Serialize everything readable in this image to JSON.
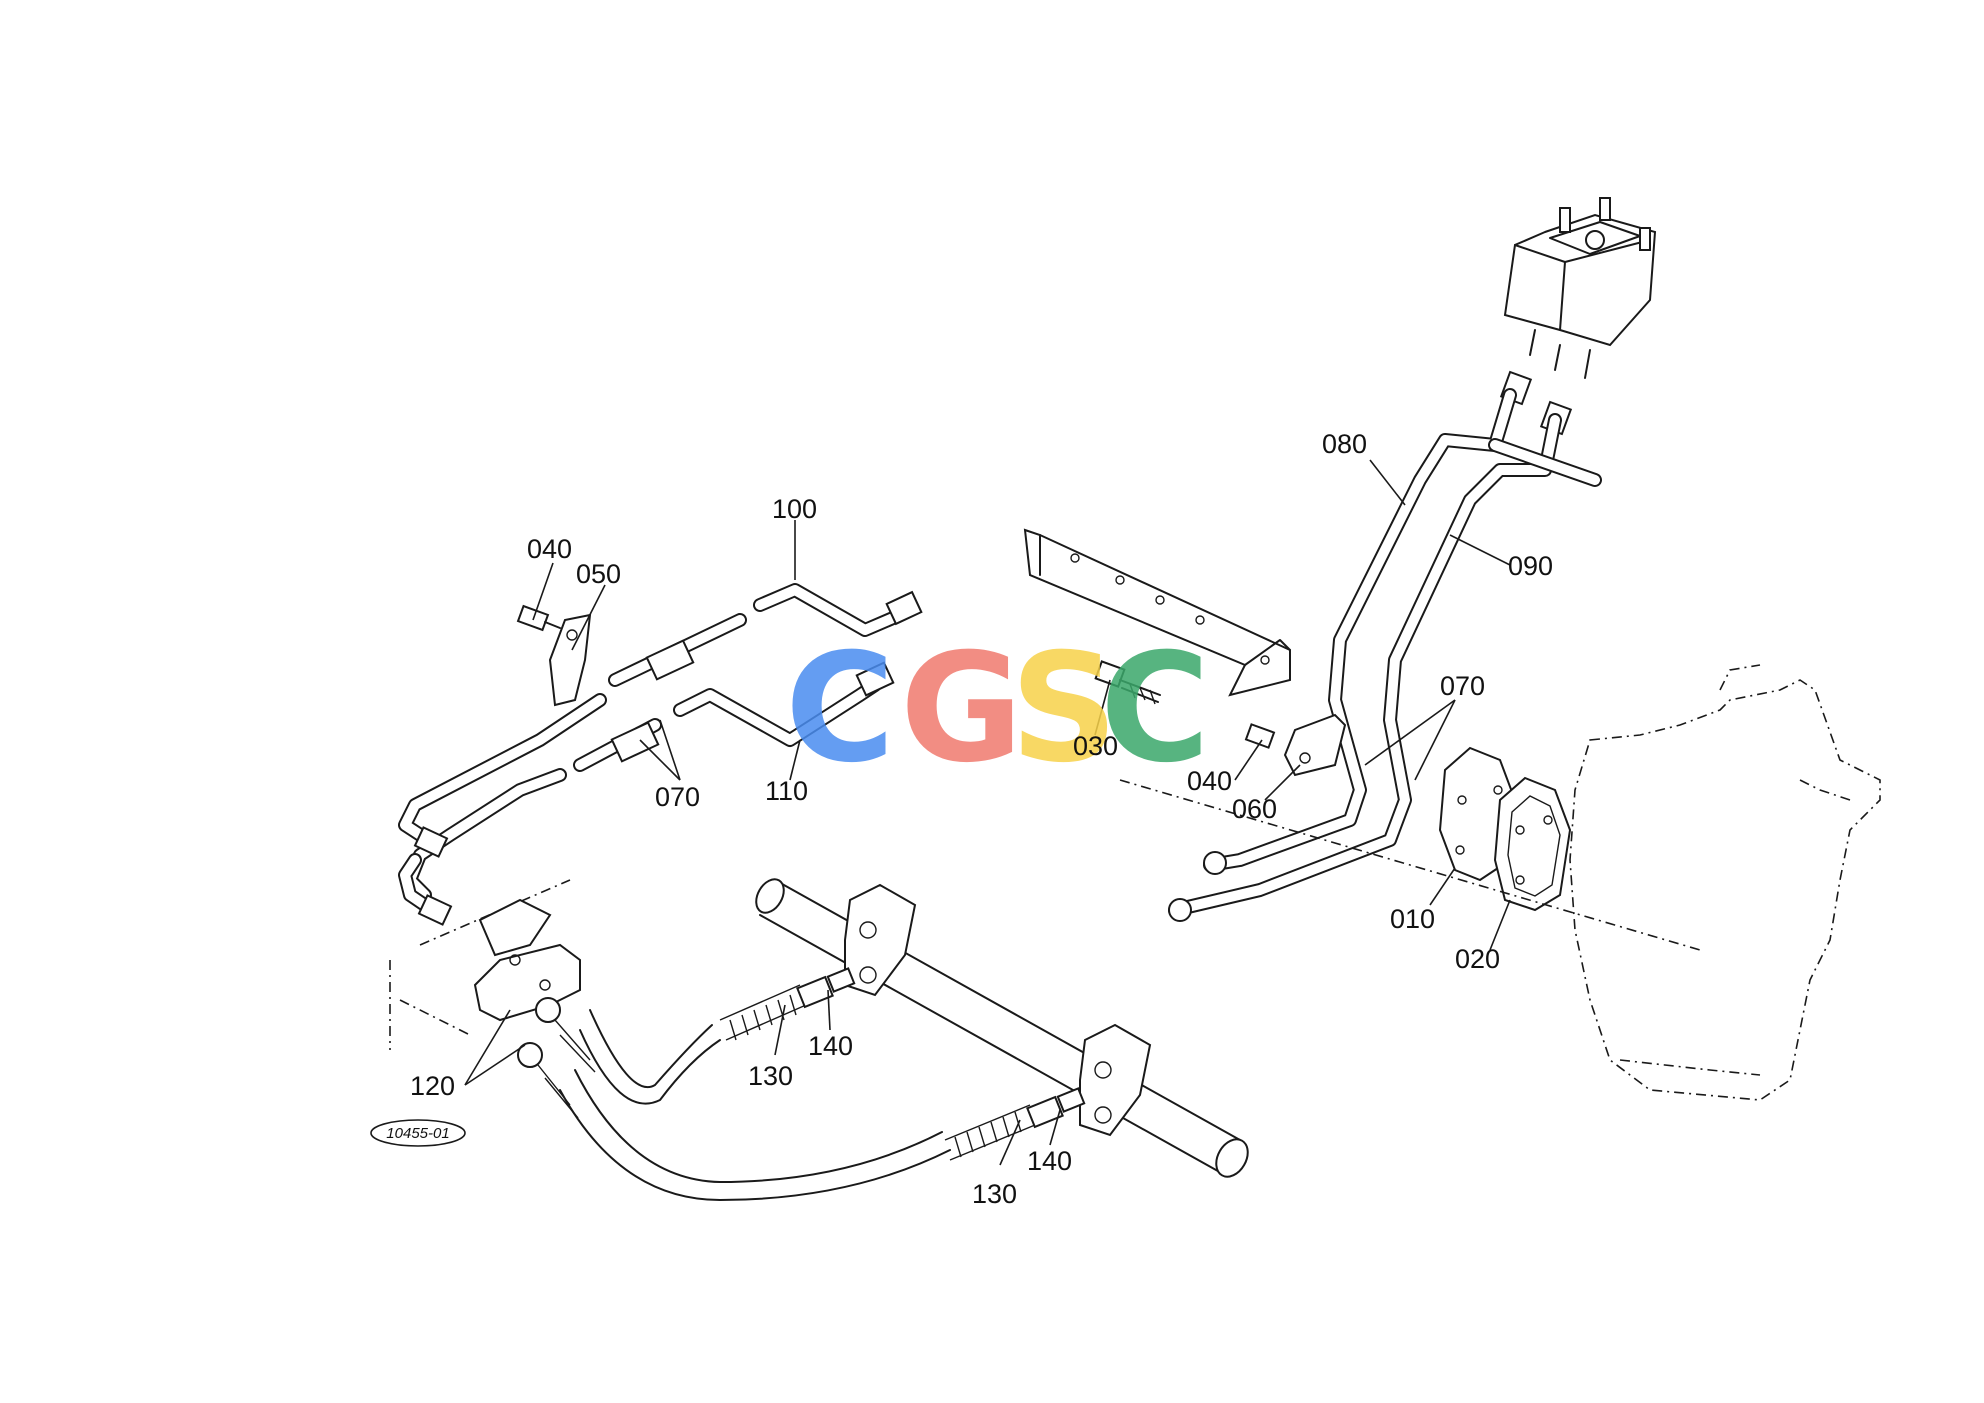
{
  "diagram": {
    "callouts": [
      {
        "id": "010",
        "text": "010"
      },
      {
        "id": "020",
        "text": "020"
      },
      {
        "id": "030",
        "text": "030"
      },
      {
        "id": "040a",
        "text": "040"
      },
      {
        "id": "040b",
        "text": "040"
      },
      {
        "id": "050",
        "text": "050"
      },
      {
        "id": "060",
        "text": "060"
      },
      {
        "id": "070a",
        "text": "070"
      },
      {
        "id": "070b",
        "text": "070"
      },
      {
        "id": "080",
        "text": "080"
      },
      {
        "id": "090",
        "text": "090"
      },
      {
        "id": "100",
        "text": "100"
      },
      {
        "id": "110",
        "text": "110"
      },
      {
        "id": "120",
        "text": "120"
      },
      {
        "id": "130a",
        "text": "130"
      },
      {
        "id": "130b",
        "text": "130"
      },
      {
        "id": "140a",
        "text": "140"
      },
      {
        "id": "140b",
        "text": "140"
      }
    ],
    "reference_code": "10455-01",
    "watermark": {
      "letters": [
        "C",
        "G",
        "S",
        "C"
      ],
      "colors": [
        "#4a8df0",
        "#f07a6e",
        "#f7d24a",
        "#3aa86a"
      ]
    }
  }
}
